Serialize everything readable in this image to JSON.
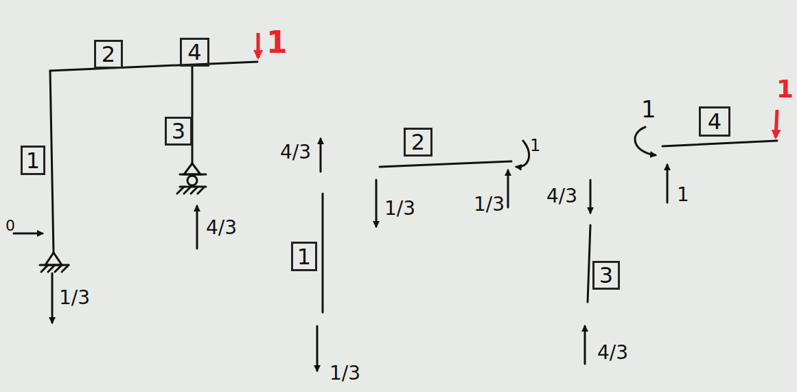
{
  "diagram": {
    "nodes": [
      {
        "text": [
          "2"
        ]
      },
      {
        "text": [
          "4"
        ]
      },
      {
        "text": [
          "3"
        ]
      },
      {
        "text": [
          "1"
        ]
      },
      {
        "text": [
          "1"
        ]
      },
      {
        "text": [
          "2"
        ]
      },
      {
        "text": [
          "3"
        ]
      },
      {
        "text": [
          "4"
        ]
      }
    ],
    "labels": [
      "1",
      "0",
      "1/3",
      "4/3",
      "4/3",
      "1/3",
      "1/3",
      "1/3",
      "1",
      "4/3",
      "4/3",
      "1",
      "1",
      "1"
    ]
  }
}
